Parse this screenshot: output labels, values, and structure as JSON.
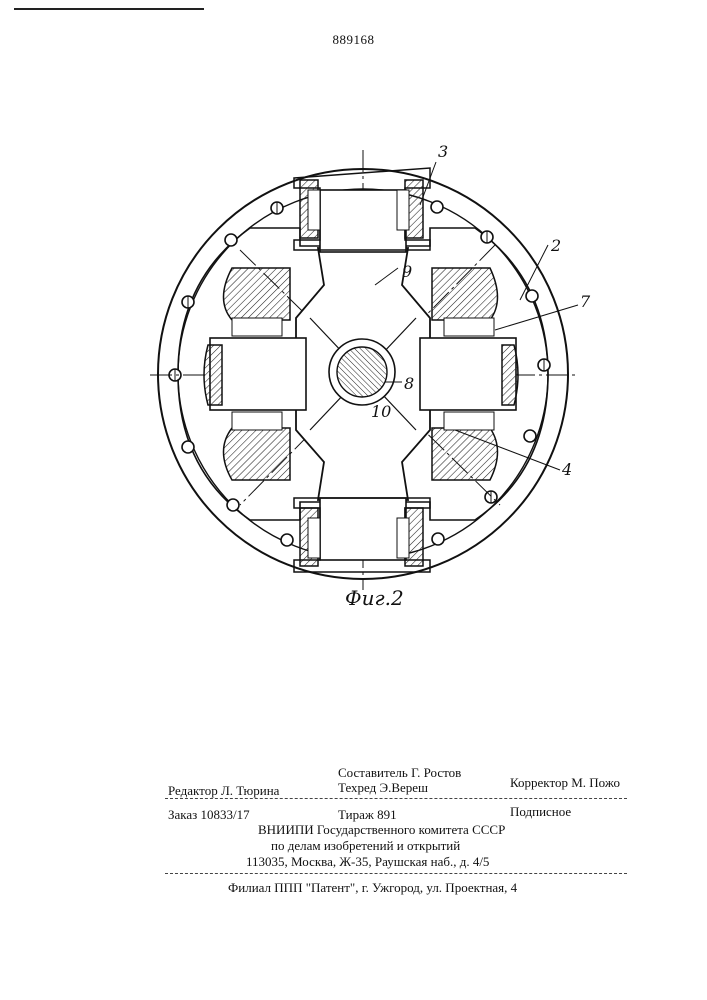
{
  "page_number": "889168",
  "figure": {
    "caption": "Фиг.2",
    "callouts": {
      "c2": "2",
      "c3": "3",
      "c4": "4",
      "c7": "7",
      "c8": "8",
      "c9": "9",
      "c10": "10"
    }
  },
  "imprint": {
    "editor": "Редактор Л. Тюрина",
    "compiler": "Составитель Г. Ростов",
    "techred": "Техред Э.Вереш",
    "corrector": "Корректор М. Пожо",
    "order": "Заказ 10833/17",
    "circulation": "Тираж 891",
    "subscription": "Подписное",
    "org_line1": "ВНИИПИ Государственного комитета СССР",
    "org_line2": "по делам изобретений и открытий",
    "org_address": "113035, Москва, Ж-35, Раушская наб., д. 4/5",
    "branch": "Филиал ППП \"Патент\", г. Ужгород, ул. Проектная, 4"
  }
}
